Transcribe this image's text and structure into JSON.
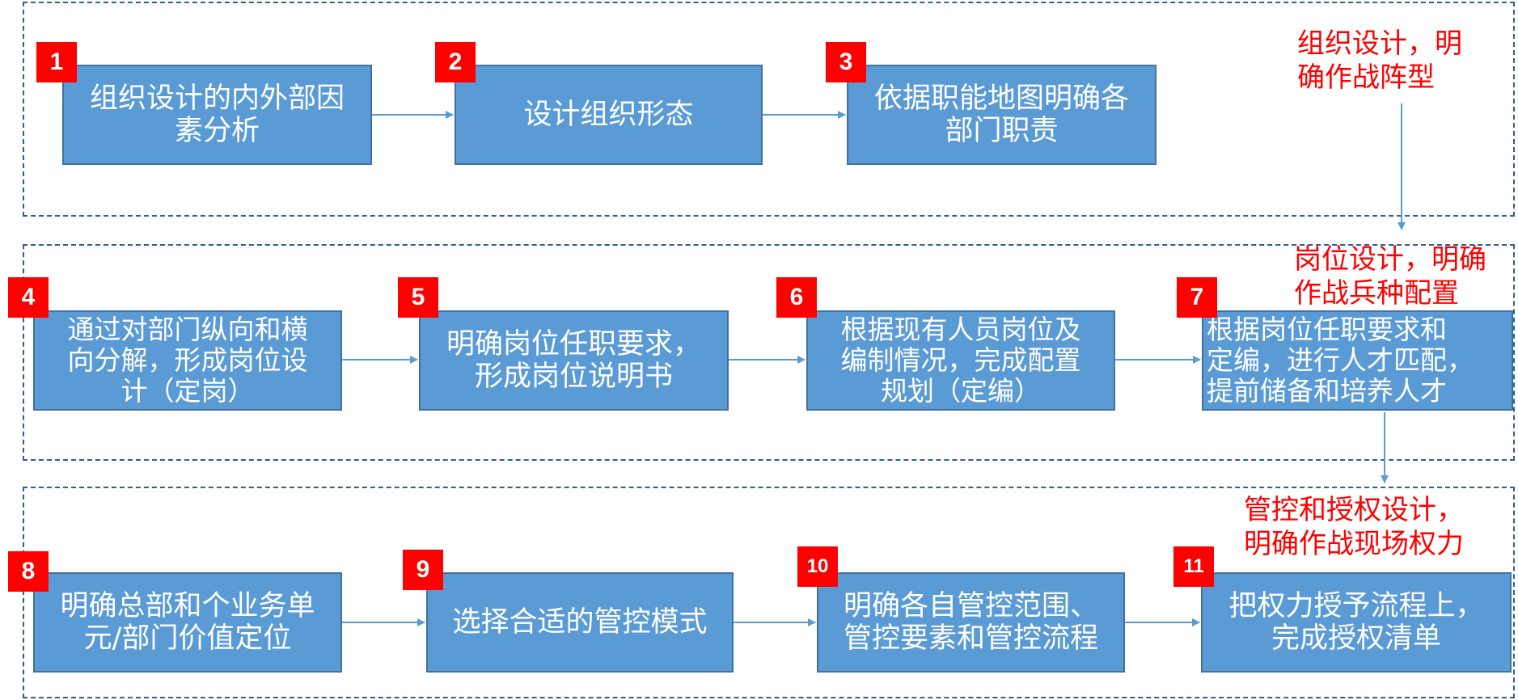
{
  "colors": {
    "box_fill": "#5b9bd5",
    "box_border": "#41719c",
    "badge": "#ff0000",
    "note_text": "#ff0000",
    "group_border": "#2f5f8f",
    "connector": "#5b9bd5"
  },
  "groups": [
    {
      "note": "组织设计，明\n确作战阵型",
      "steps": [
        {
          "number": "1",
          "text": "组织设计的内外部因\n素分析"
        },
        {
          "number": "2",
          "text": "设计组织形态"
        },
        {
          "number": "3",
          "text": "依据职能地图明确各\n部门职责"
        }
      ]
    },
    {
      "note": "岗位设计，明确\n作战兵种配置",
      "steps": [
        {
          "number": "4",
          "text": "通过对部门纵向和横\n向分解，形成岗位设\n计（定岗）"
        },
        {
          "number": "5",
          "text": "明确岗位任职要求，\n形成岗位说明书"
        },
        {
          "number": "6",
          "text": "根据现有人员岗位及\n编制情况，完成配置\n规划（定编）"
        },
        {
          "number": "7",
          "text": "根据岗位任职要求和\n定编，进行人才匹配，\n提前储备和培养人才"
        }
      ]
    },
    {
      "note": "管控和授权设计，\n明确作战现场权力",
      "steps": [
        {
          "number": "8",
          "text": "明确总部和个业务单\n元/部门价值定位"
        },
        {
          "number": "9",
          "text": "选择合适的管控模式"
        },
        {
          "number": "10",
          "text": "明确各自管控范围、\n管控要素和管控流程"
        },
        {
          "number": "11",
          "text": "把权力授予流程上，\n完成授权清单"
        }
      ]
    }
  ]
}
